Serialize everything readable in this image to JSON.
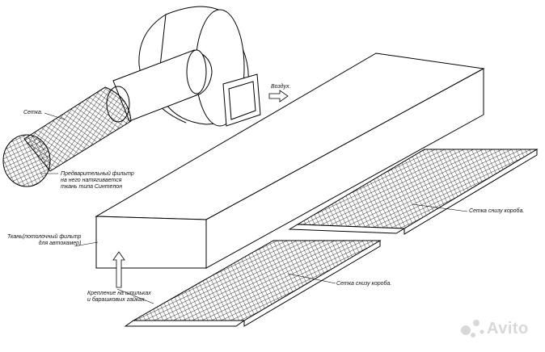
{
  "labels": {
    "setka": "Сетка.",
    "prefilter": [
      "Предварительный фильтр",
      "на него натягивается",
      "ткань типа Синтепон"
    ],
    "air": "Воздух.",
    "tkan": [
      "Ткань(потолочный фильтр",
      "для автокамер)"
    ],
    "setka_top": "Сетка снизу короба.",
    "setka_bottom": "Сетка снизу короба.",
    "mount": [
      "Крепление на шпильках",
      "и барашковых гайках."
    ]
  },
  "watermark": {
    "text": "Avito",
    "color": "#d8d8d8"
  }
}
